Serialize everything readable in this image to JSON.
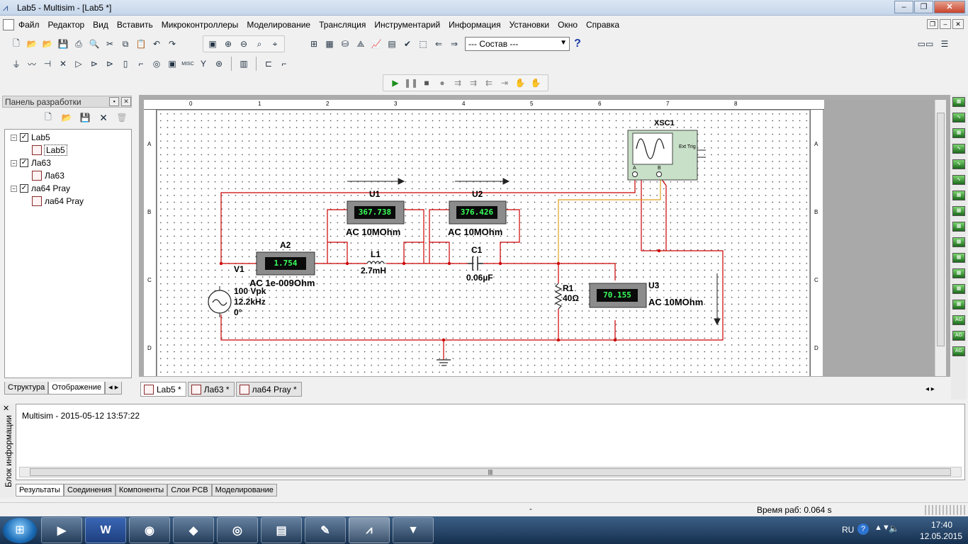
{
  "window": {
    "title": "Lab5 - Multisim - [Lab5 *]",
    "btn_min": "–",
    "btn_max": "❐",
    "btn_close": "✕"
  },
  "menu": [
    "Файл",
    "Редактор",
    "Вид",
    "Вставить",
    "Микроконтроллеры",
    "Моделирование",
    "Трансляция",
    "Инструментарий",
    "Информация",
    "Установки",
    "Окно",
    "Справка"
  ],
  "toolbar": {
    "selector_value": "--- Состав ---",
    "help_glyph": "?"
  },
  "design_panel": {
    "title": "Панель разработки",
    "tree": [
      {
        "label": "Lab5",
        "child": "Lab5"
      },
      {
        "label": "Ла63",
        "child": "Ла63"
      },
      {
        "label": "ла64 Pray",
        "child": "ла64 Pray"
      }
    ],
    "tabs": [
      "Структура",
      "Отображение"
    ]
  },
  "rulers": {
    "top": [
      "0",
      "1",
      "2",
      "3",
      "4",
      "5",
      "6",
      "7",
      "8"
    ],
    "left": [
      "A",
      "B",
      "C",
      "D"
    ]
  },
  "schematic": {
    "xsc1": "XSC1",
    "xsc_a": "A",
    "xsc_b": "B",
    "ext_trig": "Ext Trig",
    "u1": {
      "name": "U1",
      "value": "367.738",
      "mode": "AC  10MOhm"
    },
    "u2": {
      "name": "U2",
      "value": "376.426",
      "mode": "AC  10MOhm"
    },
    "u3": {
      "name": "U3",
      "value": "70.155",
      "mode": "AC  10MOhm"
    },
    "a2": {
      "name": "A2",
      "value": "1.754",
      "mode": "AC  1e-009Ohm"
    },
    "l1": {
      "name": "L1",
      "value": "2.7mH"
    },
    "c1": {
      "name": "C1",
      "value": "0.06µF"
    },
    "r1": {
      "name": "R1",
      "value": "40Ω"
    },
    "v1": {
      "name": "V1",
      "line1": "100 Vpk",
      "line2": "12.2kHz",
      "line3": "0°"
    }
  },
  "doc_tabs": [
    "Lab5 *",
    "Ла63 *",
    "ла64 Pray *"
  ],
  "info": {
    "side_label": "Блок информации",
    "log": "Multisim  -  2015-05-12 13:57:22",
    "tabs": [
      "Результаты",
      "Соединения",
      "Компоненты",
      "Слои PCB",
      "Моделирование"
    ]
  },
  "status": {
    "dash": "-",
    "sim_time": "Время раб: 0.064 s"
  },
  "taskbar": {
    "lang": "RU",
    "time": "17:40",
    "date": "12.05.2015"
  },
  "colors": {
    "wire": "#cc0000",
    "meter_screen": "#0a0a0a",
    "meter_digits": "#39ff5a",
    "scope_body": "#c8dfc8"
  }
}
